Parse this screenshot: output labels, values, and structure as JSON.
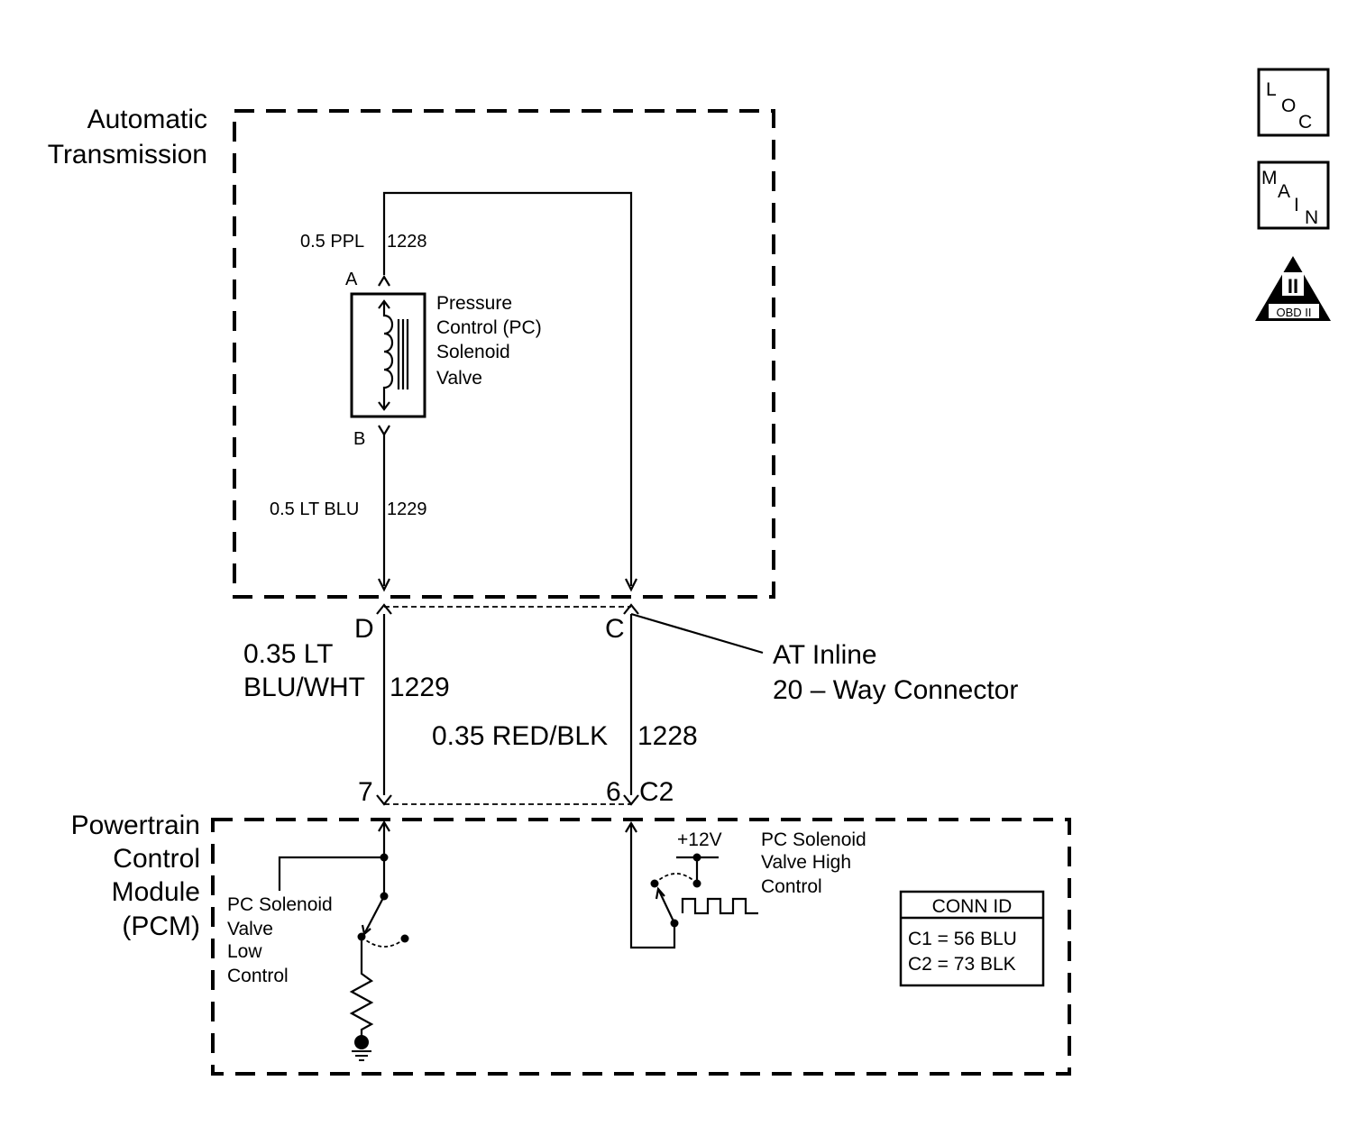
{
  "sections": {
    "transmission_line1": "Automatic",
    "transmission_line2": "Transmission",
    "pcm_line1": "Powertrain",
    "pcm_line2": "Control",
    "pcm_line3": "Module",
    "pcm_line4": "(PCM)"
  },
  "solenoid": {
    "line1": "Pressure",
    "line2": "Control (PC)",
    "line3": "Solenoid",
    "line4": "Valve",
    "terminal_a": "A",
    "terminal_b": "B"
  },
  "wires": {
    "top_gauge_color": "0.5 PPL",
    "top_circuit": "1228",
    "bottom_gauge_color": "0.5 LT BLU",
    "bottom_circuit": "1229",
    "left_gauge_line1": "0.35 LT",
    "left_gauge_line2": "BLU/WHT",
    "left_circuit": "1229",
    "right_gauge_color": "0.35 RED/BLK",
    "right_circuit": "1228"
  },
  "inline_connector": {
    "pin_d": "D",
    "pin_c": "C",
    "label_line1": "AT Inline",
    "label_line2": "20 – Way Connector"
  },
  "pcm_connector": {
    "pin_7": "7",
    "pin_6": "6",
    "connector": "C2"
  },
  "pcm_internals": {
    "low_line1": "PC Solenoid",
    "low_line2": "Valve",
    "low_line3": "Low",
    "low_line4": "Control",
    "supply": "+12V",
    "high_line1": "PC  Solenoid",
    "high_line2": "Valve High",
    "high_line3": "Control"
  },
  "conn_id": {
    "title": "CONN ID",
    "row1": "C1  =  56 BLU",
    "row2": "C2  =  73 BLK"
  },
  "nav_icons": {
    "loc": [
      "L",
      "O",
      "C"
    ],
    "main": [
      "M",
      "A",
      "I",
      "N"
    ],
    "obd_numeral": "II",
    "obd_label": "OBD II"
  }
}
